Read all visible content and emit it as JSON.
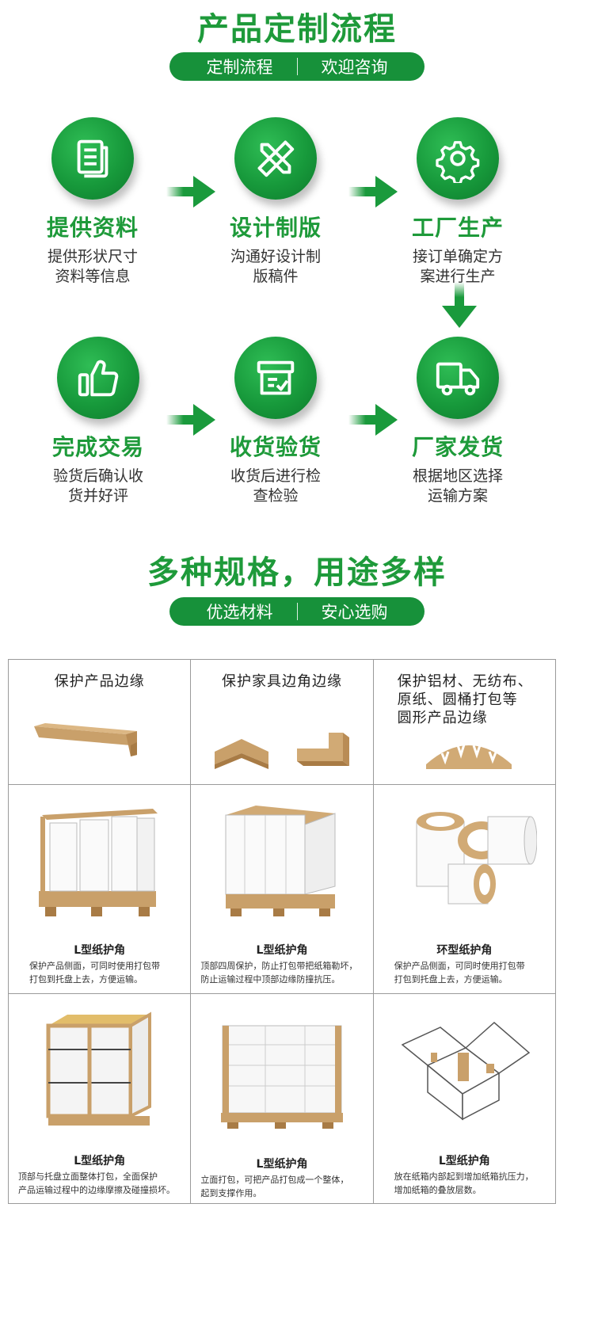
{
  "process": {
    "title": "产品定制流程",
    "pill_left": "定制流程",
    "pill_right": "欢迎咨询",
    "steps": [
      {
        "title": "提供资料",
        "desc1": "提供形状尺寸",
        "desc2": "资料等信息",
        "icon": "document-icon"
      },
      {
        "title": "设计制版",
        "desc1": "沟通好设计制",
        "desc2": "版稿件",
        "icon": "ruler-pencil-icon"
      },
      {
        "title": "工厂生产",
        "desc1": "接订单确定方",
        "desc2": "案进行生产",
        "icon": "gear-icon"
      },
      {
        "title": "完成交易",
        "desc1": "验货后确认收",
        "desc2": "货并好评",
        "icon": "thumbs-up-icon"
      },
      {
        "title": "收货验货",
        "desc1": "收货后进行检",
        "desc2": "查检验",
        "icon": "box-check-icon"
      },
      {
        "title": "厂家发货",
        "desc1": "根据地区选择",
        "desc2": "运输方案",
        "icon": "truck-icon"
      }
    ]
  },
  "specs": {
    "title": "多种规格，用途多样",
    "pill_left": "优选材料",
    "pill_right": "安心选购",
    "headers": [
      {
        "lines": [
          "保护产品边缘"
        ]
      },
      {
        "lines": [
          "保护家具边角边缘"
        ]
      },
      {
        "lines": [
          "保护铝材、无纺布、",
          "原纸、圆桶打包等",
          "圆形产品边缘"
        ]
      }
    ],
    "items": [
      {
        "title": "L型纸护角",
        "desc1": "保护产品侧面，可同时使用打包带",
        "desc2": "打包到托盘上去，方便运输。"
      },
      {
        "title": "L型纸护角",
        "desc1": "顶部四周保护，防止打包带把纸箱勒坏，",
        "desc2": "防止运输过程中顶部边缘防撞抗压。"
      },
      {
        "title": "环型纸护角",
        "desc1": "保护产品侧面，可同时使用打包带",
        "desc2": "打包到托盘上去，方便运输。"
      },
      {
        "title": "L型纸护角",
        "desc1": "顶部与托盘立面整体打包，全面保护",
        "desc2": "产品运输过程中的边缘摩擦及碰撞损坏。"
      },
      {
        "title": "L型纸护角",
        "desc1": "立面打包，可把产品打包成一个整体，",
        "desc2": "起到支撑作用。"
      },
      {
        "title": "L型纸护角",
        "desc1": "放在纸箱内部起到增加纸箱抗压力，",
        "desc2": "增加纸箱的叠放层数。"
      }
    ]
  },
  "colors": {
    "brand_green": "#17913a",
    "kraft": "#c9a06a"
  }
}
